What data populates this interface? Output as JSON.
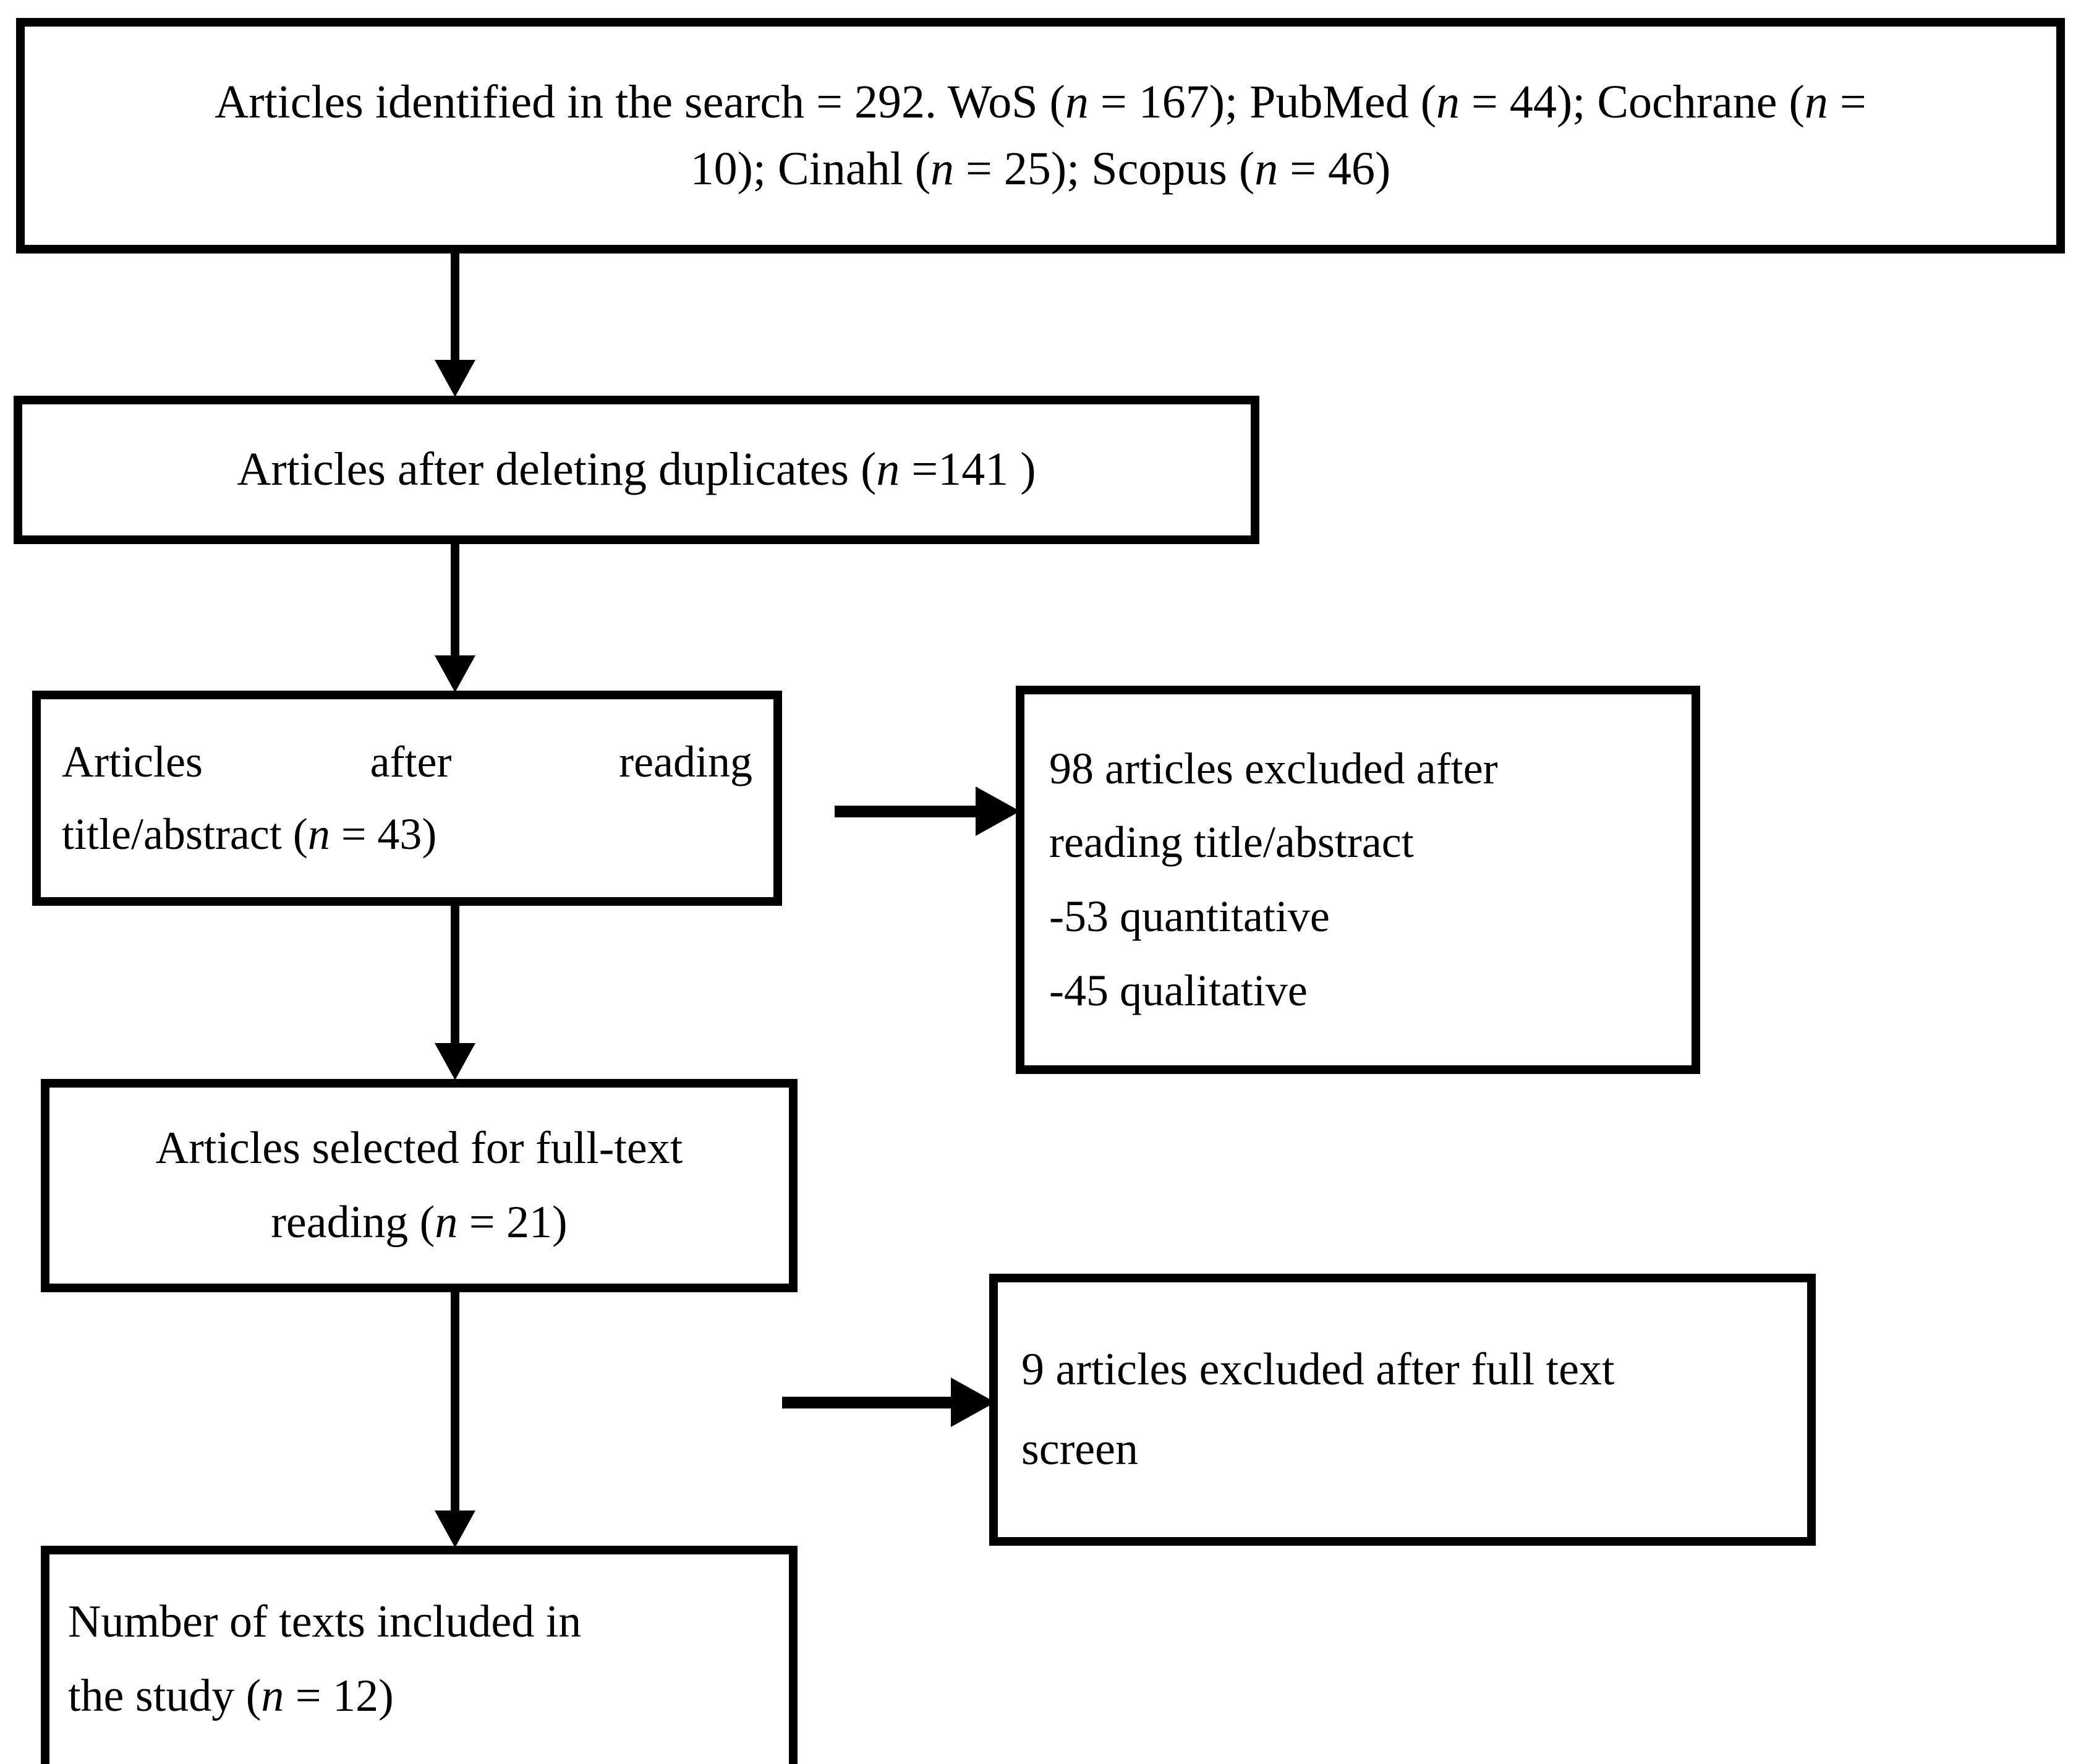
{
  "diagram": {
    "type": "prisma-flow-diagram",
    "title": "Study selection flow diagram",
    "colors": {
      "border": "#000000",
      "background": "#ffffff",
      "text": "#000000"
    }
  },
  "nodes": {
    "identified": {
      "name": "articles-identified",
      "line1": "Articles identified in the search = 292. WoS (n = 167); PubMed (n = 44); Cochrane (n =",
      "line2": "10); Cinahl (n = 25); Scopus (n = 46)",
      "total": 292,
      "sources": [
        {
          "label": "WoS",
          "n": 167
        },
        {
          "label": "PubMed",
          "n": 44
        },
        {
          "label": "Cochrane",
          "n": 10
        },
        {
          "label": "Cinahl",
          "n": 25
        },
        {
          "label": "Scopus",
          "n": 46
        }
      ]
    },
    "duplicates": {
      "name": "articles-after-deleting-duplicates",
      "line1": "Articles after deleting duplicates (n =141 )",
      "n": 141
    },
    "title_abstract": {
      "name": "articles-after-reading-title-abstract",
      "line1": "Articles after reading",
      "line2": "title/abstract (n = 43)",
      "n": 43
    },
    "excluded_98": {
      "name": "articles-excluded-after-title-abstract",
      "line1": " 98 articles excluded after",
      "line2": "reading title/abstract",
      "line3": "-53 quantitative",
      "line4": "-45 qualitative",
      "count": 98,
      "quantitative": 53,
      "qualitative": 45
    },
    "full_text": {
      "name": "articles-selected-for-full-text-reading",
      "line1": "Articles selected for full-text",
      "line2": "reading (n = 21)",
      "n": 21
    },
    "excluded_9": {
      "name": "articles-excluded-after-full-text-screen",
      "line1": "9 articles excluded after full text",
      "line2": "screen",
      "count": 9
    },
    "included": {
      "name": "number-of-texts-included",
      "line1": "Number of texts included in",
      "line2": "the study (n = 12)",
      "n": 12
    }
  },
  "connectors": [
    {
      "name": "arrow-identified-to-duplicates",
      "from": "identified",
      "to": "duplicates",
      "direction": "down"
    },
    {
      "name": "arrow-duplicates-to-title-abstract",
      "from": "duplicates",
      "to": "title_abstract",
      "direction": "down"
    },
    {
      "name": "arrow-title-abstract-to-full-text",
      "from": "title_abstract",
      "to": "full_text",
      "direction": "down"
    },
    {
      "name": "arrow-full-text-to-included",
      "from": "full_text",
      "to": "included",
      "direction": "down"
    },
    {
      "name": "arrow-title-abstract-to-excluded-98",
      "from": "title_abstract",
      "to": "excluded_98",
      "direction": "right"
    },
    {
      "name": "arrow-full-text-to-excluded-9",
      "from": "full_text",
      "to": "excluded_9",
      "direction": "right"
    }
  ]
}
